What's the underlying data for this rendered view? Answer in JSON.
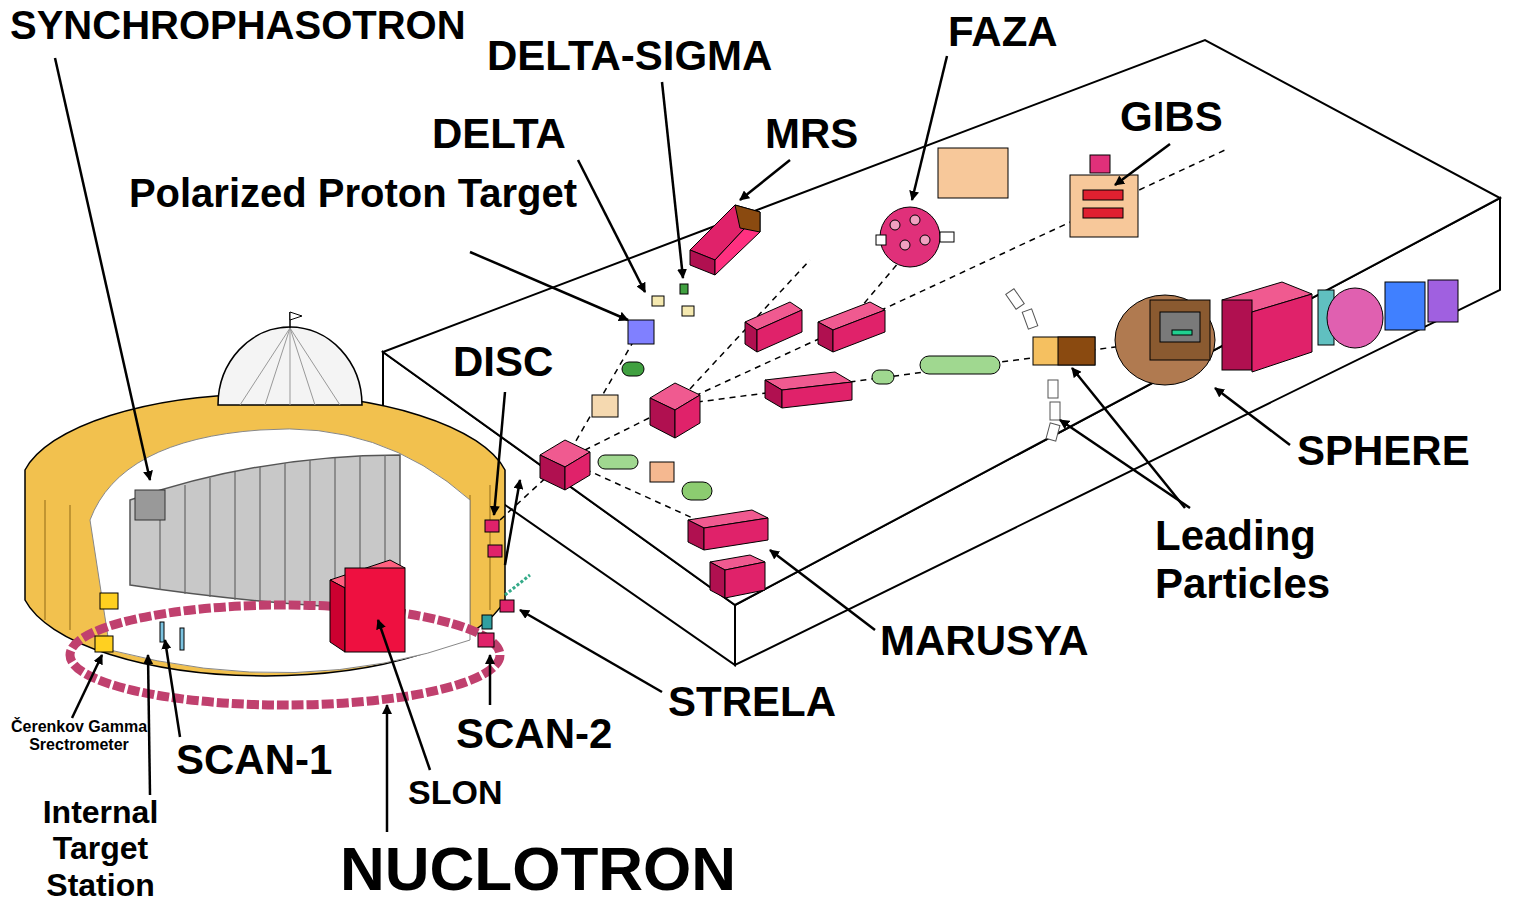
{
  "diagram": {
    "labels": [
      "SYNCHROPHASOTRON",
      "DELTA-SIGMA",
      "FAZA",
      "DELTA",
      "MRS",
      "GIBS",
      "Polarized Proton Target",
      "DISC",
      "SPHERE",
      "Leading Particles",
      "MARUSYA",
      "STRELA",
      "SCAN-2",
      "SCAN-1",
      "SLON",
      "Čerenkov Gamma Srectrometer",
      "Internal Target Station",
      "NUCLOTRON"
    ]
  }
}
